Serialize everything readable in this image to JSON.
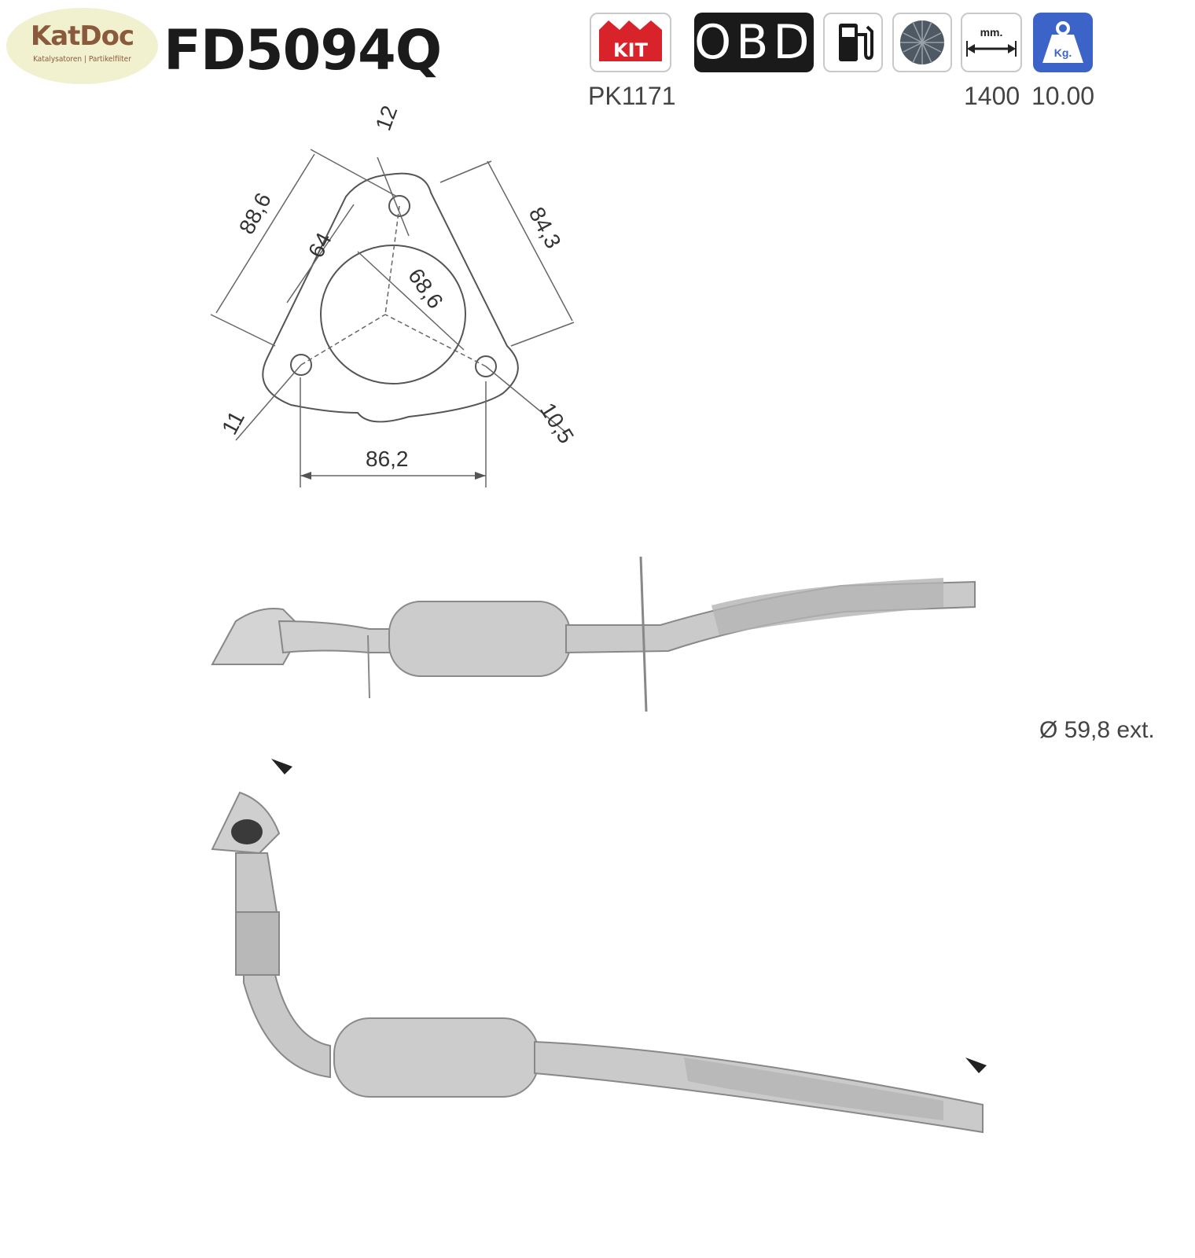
{
  "header": {
    "logo_name": "KatDoc",
    "logo_tagline": "Katalysatoren | Partikelfilter",
    "part_number": "FD5094Q"
  },
  "badges": {
    "kit_icon_text": "KIT",
    "kit_code": "PK1171",
    "obd_label": "OBD",
    "length_icon_unit": "mm.",
    "length_value": "1400",
    "weight_icon_unit": "Kg.",
    "weight_value": "10.00"
  },
  "flange_dimensions": {
    "d_88_6": "88,6",
    "d_64": "64",
    "d_12": "12",
    "d_84_3": "84,3",
    "d_68_6": "68,6",
    "d_11": "11",
    "d_10_5": "10,5",
    "d_86_2": "86,2"
  },
  "pipe_spec": {
    "outlet_diameter": "Ø 59,8 ext."
  },
  "colors": {
    "logo_bg": "#f1f1cf",
    "logo_text": "#8a5a3c",
    "kit_red": "#d8232a",
    "weight_blue": "#3b63c8",
    "part_metal": "#c9c9c9"
  }
}
